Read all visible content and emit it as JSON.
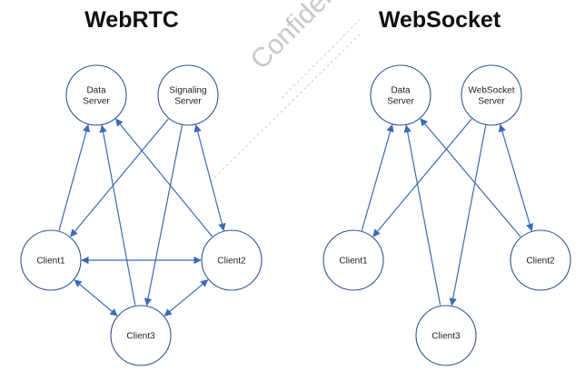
{
  "watermark": "Confidential",
  "colors": {
    "edge": "#3a6bb5",
    "node_stroke": "#2f5597",
    "watermark": "#c8c8c8"
  },
  "diagrams": [
    {
      "title": "WebRTC",
      "nodes": [
        {
          "id": "data",
          "lines": [
            "Data",
            "Server"
          ]
        },
        {
          "id": "signal",
          "lines": [
            "Signaling",
            "Server"
          ]
        },
        {
          "id": "c1",
          "lines": [
            "Client1"
          ]
        },
        {
          "id": "c2",
          "lines": [
            "Client2"
          ]
        },
        {
          "id": "c3",
          "lines": [
            "Client3"
          ]
        }
      ],
      "edges": [
        {
          "from": "c1",
          "to": "data",
          "arrow": "end"
        },
        {
          "from": "c1",
          "to": "signal",
          "arrow": "start"
        },
        {
          "from": "c2",
          "to": "data",
          "arrow": "end"
        },
        {
          "from": "c2",
          "to": "signal",
          "arrow": "both"
        },
        {
          "from": "c3",
          "to": "data",
          "arrow": "end"
        },
        {
          "from": "c3",
          "to": "signal",
          "arrow": "start"
        },
        {
          "from": "c1",
          "to": "c2",
          "arrow": "both"
        },
        {
          "from": "c1",
          "to": "c3",
          "arrow": "both"
        },
        {
          "from": "c2",
          "to": "c3",
          "arrow": "both"
        }
      ]
    },
    {
      "title": "WebSocket",
      "nodes": [
        {
          "id": "data",
          "lines": [
            "Data",
            "Server"
          ]
        },
        {
          "id": "signal",
          "lines": [
            "WebSocket",
            "Server"
          ]
        },
        {
          "id": "c1",
          "lines": [
            "Client1"
          ]
        },
        {
          "id": "c2",
          "lines": [
            "Client2"
          ]
        },
        {
          "id": "c3",
          "lines": [
            "Client3"
          ]
        }
      ],
      "edges": [
        {
          "from": "c1",
          "to": "data",
          "arrow": "end"
        },
        {
          "from": "c1",
          "to": "signal",
          "arrow": "start"
        },
        {
          "from": "c2",
          "to": "data",
          "arrow": "end"
        },
        {
          "from": "c2",
          "to": "signal",
          "arrow": "both"
        },
        {
          "from": "c3",
          "to": "data",
          "arrow": "end"
        },
        {
          "from": "c3",
          "to": "signal",
          "arrow": "start"
        }
      ]
    }
  ]
}
